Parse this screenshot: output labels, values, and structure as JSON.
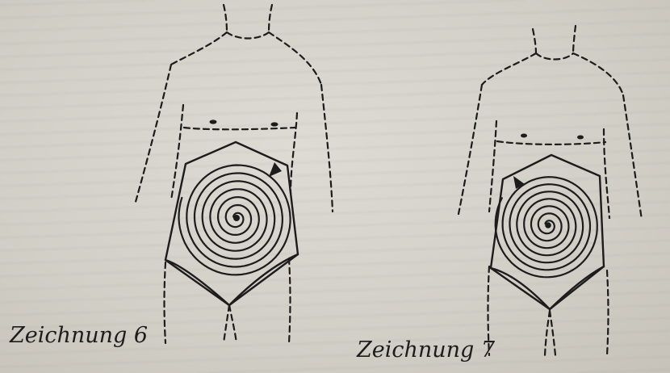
{
  "main": {
    "left_caption": {
      "label": "Zeichnung 6"
    },
    "right_caption": {
      "label": "Zeichnung 7"
    }
  },
  "figures": [
    {
      "label": "Zeichnung 6",
      "spiral_arrow_side": "right",
      "spiral_turns": 7
    },
    {
      "label": "Zeichnung 7",
      "spiral_arrow_side": "left",
      "spiral_turns": 7
    }
  ],
  "colors": {
    "paper": "#d6d3cc",
    "ink": "#1c1c1c"
  }
}
